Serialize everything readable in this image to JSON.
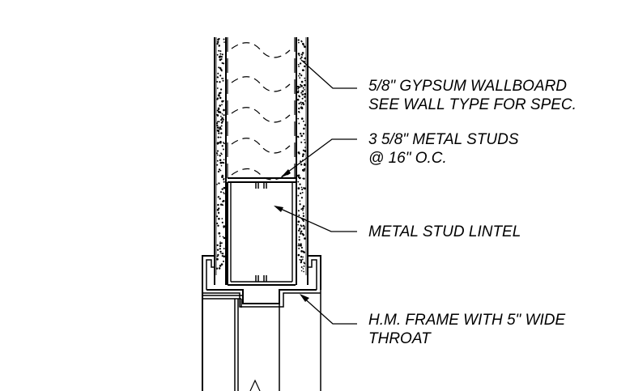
{
  "annotations": {
    "gypsum_line1": "5/8\" GYPSUM WALLBOARD",
    "gypsum_line2": "SEE WALL TYPE FOR SPEC.",
    "studs_line1": "3 5/8\" METAL STUDS",
    "studs_line2": "@ 16\" O.C.",
    "lintel": "METAL STUD LINTEL",
    "frame_line1": "H.M. FRAME WITH 5\" WIDE",
    "frame_line2": "THROAT"
  },
  "colors": {
    "ink": "#000000",
    "paper": "#ffffff"
  }
}
